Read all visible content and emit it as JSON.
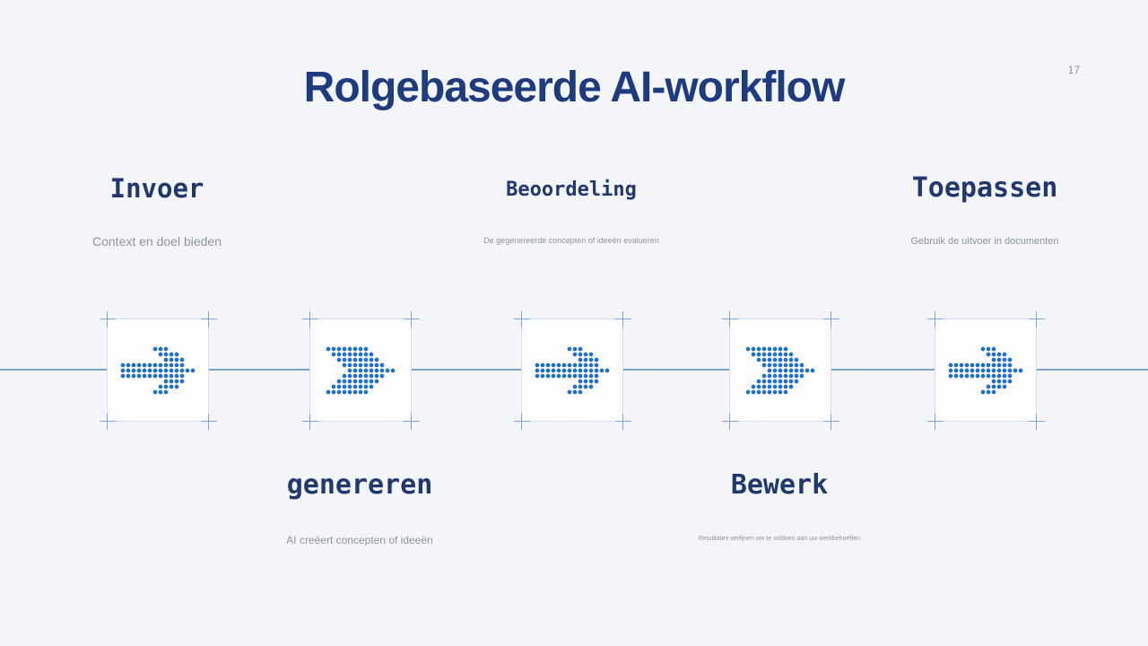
{
  "page": {
    "number": "17"
  },
  "title": "Rolgebaseerde AI-workflow",
  "colors": {
    "background": "#f4f5f9",
    "title_navy": "#1d3b7e",
    "heading_navy": "#21386f",
    "subtitle_gray": "#8e939b",
    "dot_blue": "#1f6fd1",
    "connector_blue": "#7fa3c9",
    "box_border_blue": "#d3e0f1",
    "handle_blue": "#7ea6d8"
  },
  "steps": [
    {
      "label": "Invoer",
      "description": "Context en doel bieden",
      "icon": "dotted-arrow-icon",
      "label_position": "top"
    },
    {
      "label": "genereren",
      "description": "AI creëert concepten of ideeën",
      "icon": "dotted-chevron-icon",
      "label_position": "bottom"
    },
    {
      "label": "Beoordeling",
      "description": "De gegenereerde concepten of ideeën evalueren",
      "icon": "dotted-arrow-icon",
      "label_position": "top"
    },
    {
      "label": "Bewerk",
      "description": "Resultaten verfijnen om te voldoen aan uw werkbehoeften",
      "icon": "dotted-chevron-icon",
      "label_position": "bottom"
    },
    {
      "label": "Toepassen",
      "description": "Gebruik de uitvoer in documenten",
      "icon": "dotted-arrow-icon",
      "label_position": "top"
    }
  ]
}
